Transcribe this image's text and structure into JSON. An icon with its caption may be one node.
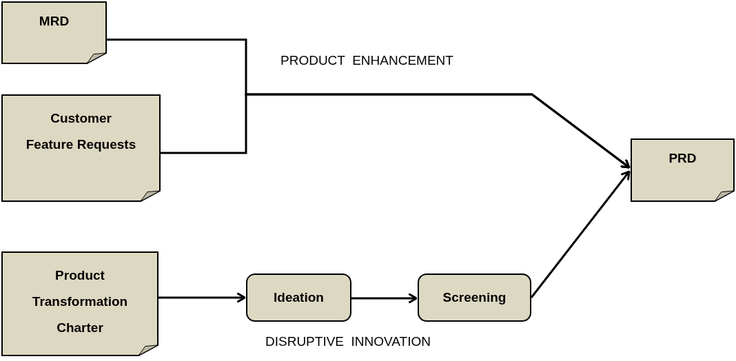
{
  "diagram": {
    "nodes": [
      {
        "text": [
          "MRD"
        ]
      },
      {
        "text": [
          "Customer Feature Requests"
        ]
      },
      {
        "text": [
          "Product Transformation Charter"
        ]
      },
      {
        "text": [
          "Ideation"
        ]
      },
      {
        "text": [
          "Screening"
        ]
      },
      {
        "text": [
          "PRD"
        ]
      }
    ],
    "edges": [
      {
        "from": 0,
        "to": 5,
        "arrow": "to"
      },
      {
        "from": 1,
        "to": 5,
        "arrow": "to"
      },
      {
        "from": 2,
        "to": 3,
        "arrow": "to"
      },
      {
        "from": 3,
        "to": 4,
        "arrow": "to"
      },
      {
        "from": 4,
        "to": 5,
        "arrow": "to"
      }
    ],
    "labels": [
      "PRODUCT  ENHANCEMENT",
      "DISRUPTIVE  INNOVATION"
    ]
  }
}
